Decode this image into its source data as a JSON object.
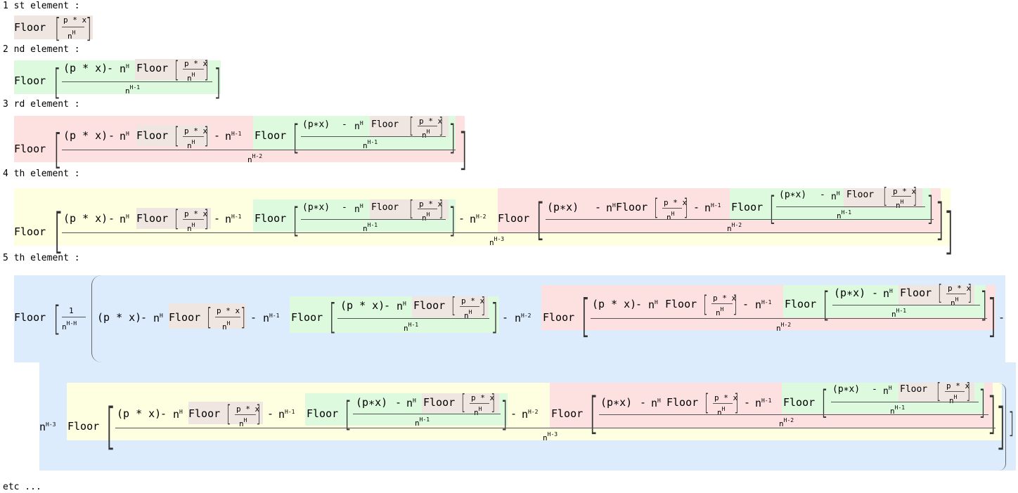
{
  "labels": {
    "e1": "1 st element :",
    "e2": "2 nd element :",
    "e3": "3 rd element :",
    "e4": "4 th element :",
    "e5": "5 th element :",
    "etc": "etc ..."
  },
  "tokens": {
    "floor": "Floor",
    "pstarx": "p * x",
    "paren_pstarx": "(p * x)",
    "paren_pstarx_tight": "(p∗x)",
    "minus": "-",
    "one": "1",
    "n": "n",
    "exp_H": "H",
    "exp_H1": "H-1",
    "exp_H2": "H-2",
    "exp_H3": "H-3",
    "exp_HH": "H-H"
  },
  "colors": {
    "level1": "#efe6e1",
    "level2": "#defade",
    "level3": "#fde0e0",
    "level4": "#fefee0",
    "level5": "#dcecfc"
  }
}
